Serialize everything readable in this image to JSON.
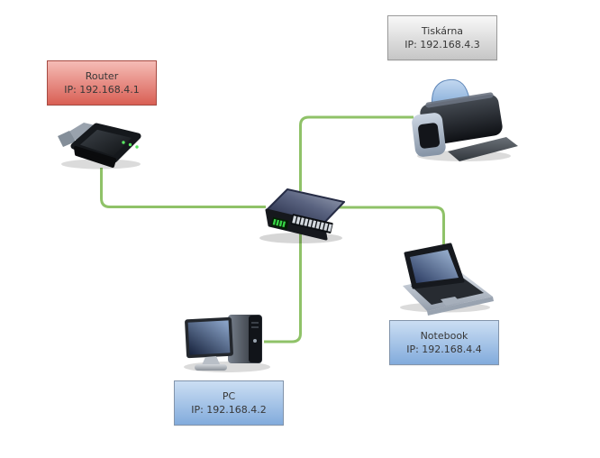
{
  "diagram": {
    "background_color": "#FFFFFF",
    "connector_color": "#8FC268",
    "nodes": [
      {
        "id": "router",
        "icon": "router-icon",
        "label": "Router",
        "ip": "IP: 192.168.4.1",
        "box_colors": {
          "top": "#F5BCB6",
          "bottom": "#D95F54",
          "border": "#A64A42"
        }
      },
      {
        "id": "tiskarna",
        "icon": "printer-icon",
        "label": "Tiskárna",
        "ip": "IP: 192.168.4.3",
        "box_colors": {
          "top": "#F8F8F8",
          "bottom": "#C6C6C6",
          "border": "#9A9A9A"
        }
      },
      {
        "id": "pc",
        "icon": "desktop-pc-icon",
        "label": "PC",
        "ip": "IP: 192.168.4.2",
        "box_colors": {
          "top": "#CBDEF3",
          "bottom": "#82ABDC",
          "border": "#8294AB"
        }
      },
      {
        "id": "notebook",
        "icon": "laptop-icon",
        "label": "Notebook",
        "ip": "IP: 192.168.4.4",
        "box_colors": {
          "top": "#CBDEF3",
          "bottom": "#82ABDC",
          "border": "#8294AB"
        }
      },
      {
        "id": "switch",
        "icon": "network-switch-icon",
        "label": ""
      }
    ],
    "links": [
      {
        "from": "router",
        "to": "switch"
      },
      {
        "from": "switch",
        "to": "tiskarna"
      },
      {
        "from": "switch",
        "to": "pc"
      },
      {
        "from": "switch",
        "to": "notebook"
      }
    ]
  }
}
